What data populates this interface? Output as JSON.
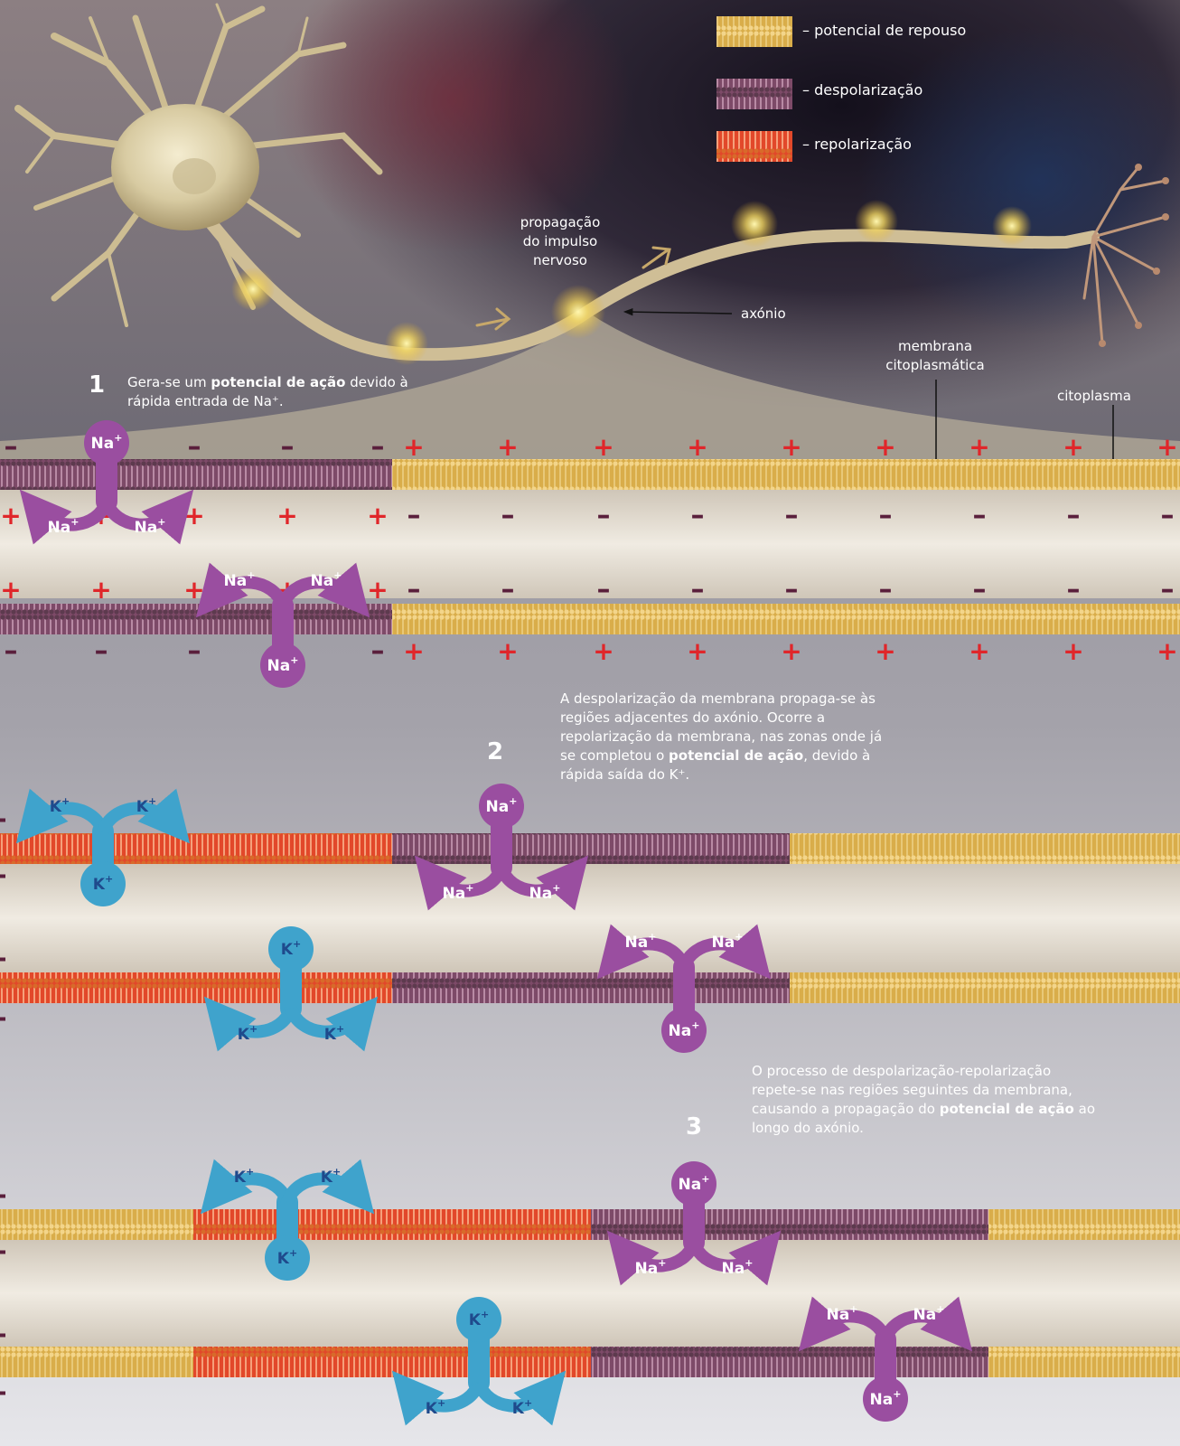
{
  "legend": {
    "resting": "– potencial de repouso",
    "depolarization": "– despolarização",
    "repolarization": "– repolarização"
  },
  "labels": {
    "propagation": [
      "propagação",
      "do impulso",
      "nervoso"
    ],
    "axon": "axónio",
    "membrane": [
      "membrana",
      "citoplasmática"
    ],
    "cytoplasm": "citoplasma"
  },
  "steps": [
    {
      "number": "1",
      "text_before": "Gera-se um ",
      "bold": "potencial de ação",
      "text_after": " devido à rápida entrada de Na⁺."
    },
    {
      "number": "2",
      "text_before": "A despolarização da membrana propaga-se às regiões adjacentes do axónio. Ocorre a repolarização da membrana, nas zonas onde já se completou o ",
      "bold": "potencial de ação",
      "text_after": ", devido à rápida saída do K⁺."
    },
    {
      "number": "3",
      "text_before": "O processo de despolarização-repolarização repete-se nas regiões seguintes da membrana, causando a propagação do ",
      "bold": "potencial de ação",
      "text_after": " ao longo do axónio."
    }
  ],
  "ions": {
    "sodium": "Na",
    "potassium": "K",
    "charge": "+"
  },
  "colors": {
    "resting": "#d9ad4a",
    "depolarization": "#8e5a78",
    "repolarization": "#e8502f",
    "na_channel": "#9a4ea0",
    "k_channel": "#3fa3cc",
    "plus": "#e0262a",
    "minus": "#5a1f3c"
  }
}
